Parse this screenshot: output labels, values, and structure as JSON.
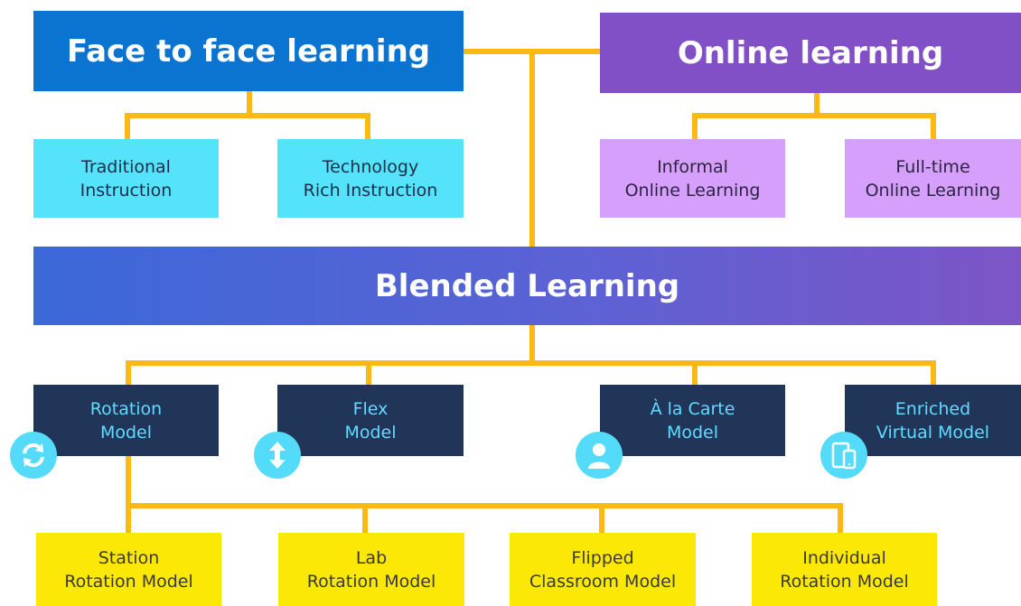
{
  "top": {
    "face_to_face": "Face to face learning",
    "online": "Online learning"
  },
  "face_to_face_children": [
    {
      "line1": "Traditional",
      "line2": "Instruction"
    },
    {
      "line1": "Technology",
      "line2": "Rich Instruction"
    }
  ],
  "online_children": [
    {
      "line1": "Informal",
      "line2": "Online Learning"
    },
    {
      "line1": "Full-time",
      "line2": "Online Learning"
    }
  ],
  "blended": "Blended Learning",
  "models": [
    {
      "line1": "Rotation",
      "line2": "Model",
      "icon": "rotate-arrows-icon"
    },
    {
      "line1": "Flex",
      "line2": "Model",
      "icon": "up-down-arrow-icon"
    },
    {
      "line1": "À la Carte",
      "line2": "Model",
      "icon": "person-icon"
    },
    {
      "line1": "Enriched",
      "line2": "Virtual Model",
      "icon": "devices-icon"
    }
  ],
  "rotation_models": [
    {
      "line1": "Station",
      "line2": "Rotation Model"
    },
    {
      "line1": "Lab",
      "line2": "Rotation Model"
    },
    {
      "line1": "Flipped",
      "line2": "Classroom Model"
    },
    {
      "line1": "Individual",
      "line2": "Rotation Model"
    }
  ],
  "colors": {
    "connector": "#fcb813",
    "face_to_face": "#0a74d0",
    "online": "#8150c6",
    "light_cyan": "#55e3fc",
    "light_purple": "#d59ffb",
    "model_navy": "#213559",
    "model_text": "#5fdcff",
    "rotation_yellow": "#fbe806"
  }
}
